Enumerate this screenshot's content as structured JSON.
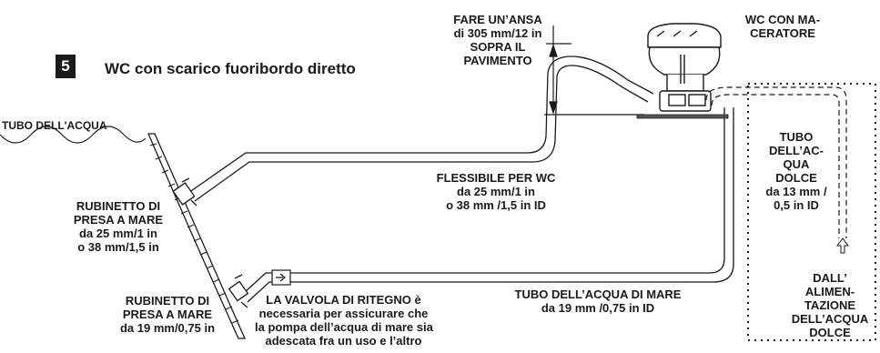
{
  "step": {
    "number": "5",
    "title": "WC con scarico fuoribordo diretto"
  },
  "labels": {
    "water_pipe": "TUBO DELL'ACQUA",
    "loop": [
      "FARE UN’ANSA",
      "di 305 mm/12 in",
      "SOPRA IL",
      "PAVIMENTO"
    ],
    "wc": [
      "WC CON MA-",
      "CERATORE"
    ],
    "seacock_upper": [
      "RUBINETTO DI",
      "PRESA A MARE",
      "da 25 mm/1 in",
      "o 38 mm/1,5 in"
    ],
    "wc_hose": [
      "FLESSIBILE PER WC",
      "da 25 mm/1 in",
      "o 38 mm /1,5 in ID"
    ],
    "seacock_lower": [
      "RUBINETTO DI",
      "PRESA A MARE",
      "da 19 mm/0,75 in"
    ],
    "check_valve": [
      "LA VALVOLA DI RITEGNO è",
      "necessaria per assicurare che",
      "la pompa dell’acqua di mare sia",
      "adescata fra un uso e l’altro"
    ],
    "sea_water_hose": [
      "TUBO DELL’ACQUA DI MARE",
      "da 19 mm /0,75 in ID"
    ],
    "fresh_water_hose": [
      "TUBO",
      "DELL’AC-",
      "QUA",
      "DOLCE",
      "da 13 mm /",
      "0,5 in ID"
    ],
    "fresh_supply": [
      "DALL’",
      "ALIMEN-",
      "TAZIONE",
      "DELL’ACQUA",
      "DOLCE"
    ]
  },
  "colors": {
    "ink": "#1a1a1a",
    "background": "#ffffff"
  }
}
